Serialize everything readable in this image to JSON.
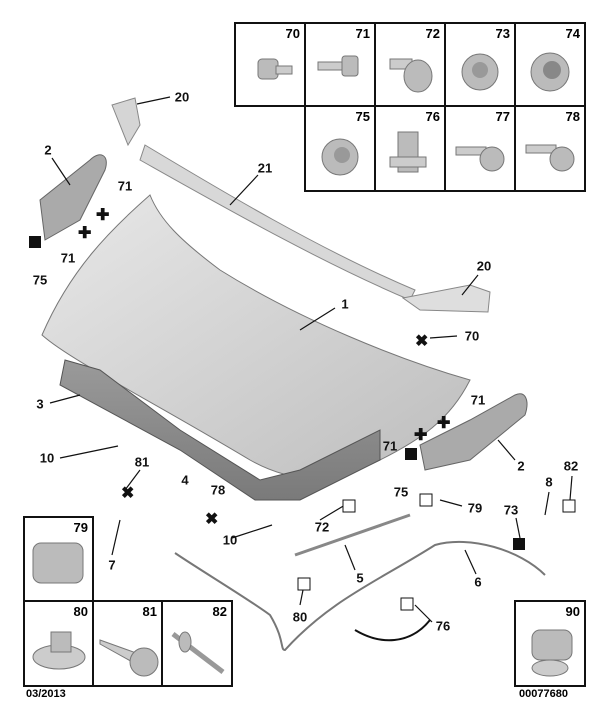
{
  "diagram": {
    "callouts": [
      "20",
      "2",
      "71",
      "71",
      "75",
      "21",
      "20",
      "1",
      "70",
      "3",
      "71",
      "71",
      "2",
      "75",
      "10",
      "81",
      "4",
      "78",
      "8",
      "82",
      "72",
      "79",
      "73",
      "10",
      "7",
      "5",
      "6",
      "80",
      "76"
    ],
    "part_boxes": [
      "70",
      "71",
      "72",
      "73",
      "74",
      "75",
      "76",
      "77",
      "78",
      "79",
      "80",
      "81",
      "82",
      "90"
    ],
    "date": "03/2013",
    "reference": "00077680"
  }
}
